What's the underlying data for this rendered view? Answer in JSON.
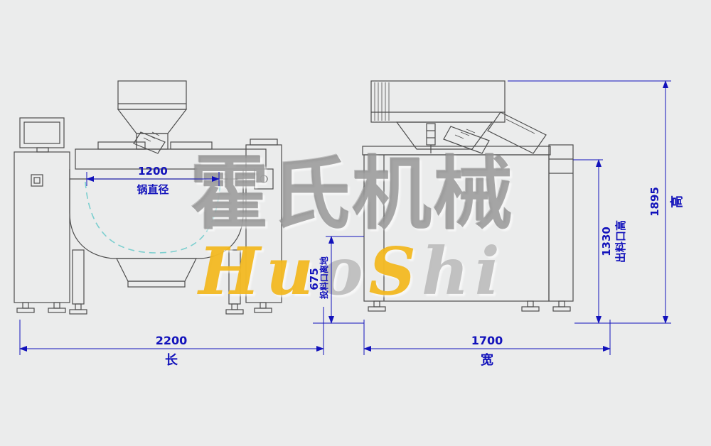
{
  "watermark": {
    "cn": "霍氏机械",
    "en_parts": [
      {
        "text": "Hu",
        "tone": "yellow"
      },
      {
        "text": "o",
        "tone": "gray"
      },
      {
        "text": "S",
        "tone": "yellow"
      },
      {
        "text": "hi",
        "tone": "gray"
      }
    ]
  },
  "views": {
    "front_view": "front elevation of cooking mixer",
    "side_view": "side elevation of cooking mixer"
  },
  "dimensions": {
    "pot_diameter": {
      "value": "1200",
      "label": "锅直径"
    },
    "length": {
      "value": "2200",
      "label": "长"
    },
    "width": {
      "value": "1700",
      "label": "宽"
    },
    "height": {
      "value": "1895",
      "label": "高"
    },
    "outlet_height": {
      "value": "1330",
      "label": "出料口高"
    },
    "feed_port_height": {
      "value": "675",
      "label": "投料口离地"
    }
  },
  "colors": {
    "dimension_blue": "#1212bb",
    "drawing_line_gray": "#4d4d4d",
    "pot_dashed_teal": "#7ccfcf",
    "watermark_gray": "#a3a3a3",
    "watermark_yellow": "#f2b61a",
    "background": "#ebecec"
  }
}
